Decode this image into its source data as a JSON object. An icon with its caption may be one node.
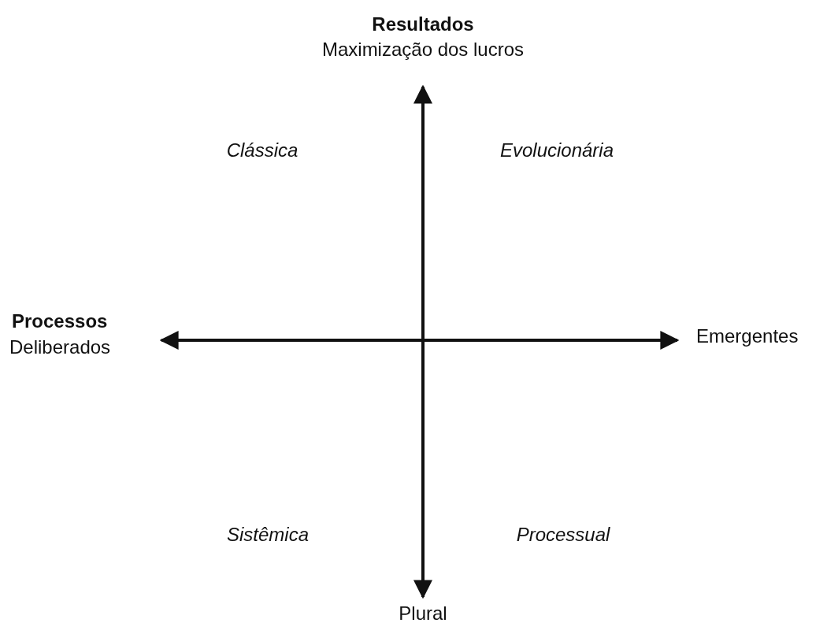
{
  "diagram": {
    "labels": [
      "Resultados",
      "Maximização dos lucros",
      "Clássica",
      "Evolucionária",
      "Processos",
      "Deliberados",
      "Emergentes",
      "Sistêmica",
      "Processual",
      "Plural"
    ]
  }
}
